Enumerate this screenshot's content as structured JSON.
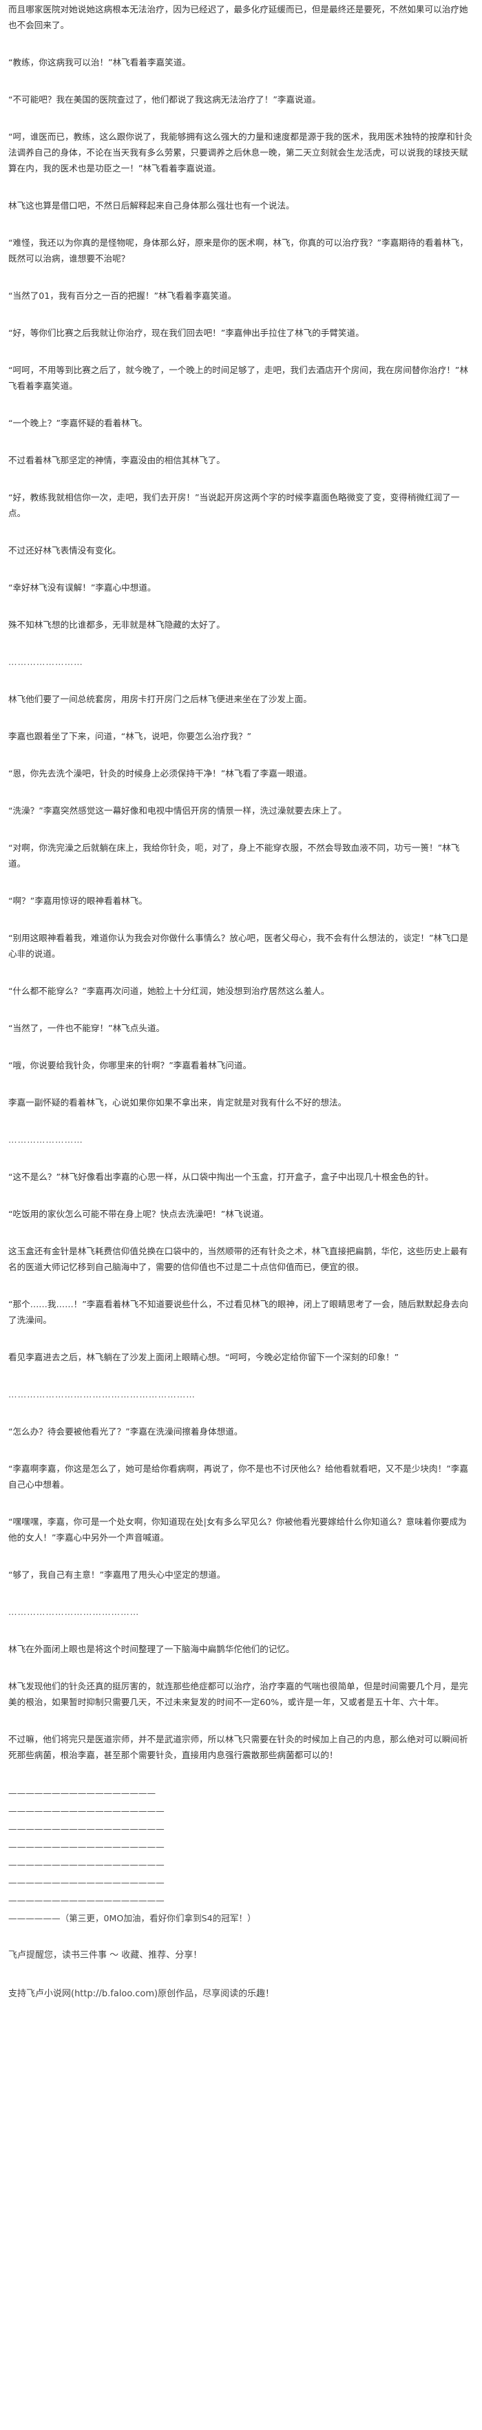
{
  "paragraphs": [
    "而且哪家医院对她说她这病根本无法治疗，因为已经迟了，最多化疗延缓而已，但是最终还是要死，不然如果可以治疗她也不会回来了。",
    "“教练，你这病我可以治！”林飞看着李嘉笑道。",
    "“不可能吧？我在美国的医院查过了，他们都说了我这病无法治疗了！”李嘉说道。",
    "“呵，谁医而已，教练，这么跟你说了，我能够拥有这么强大的力量和速度都是源于我的医术，我用医术独特的按摩和针灸法调养自己的身体，不论在当天我有多么劳累，只要调养之后休息一晚，第二天立刻就会生龙活虎，可以说我的球技天赋算在内，我的医术也是功臣之一！”林飞看着李嘉说道。",
    "林飞这也算是借口吧，不然日后解释起来自己身体那么强壮也有一个说法。",
    "“难怪，我还以为你真的是怪物呢，身体那么好，原来是你的医术啊，林飞，你真的可以治疗我？”李嘉期待的看着林飞，既然可以治病，谁想要不治呢？",
    "“当然了01，我有百分之一百的把握！”林飞看着李嘉笑道。",
    "“好，等你们比赛之后我就让你治疗，现在我们回去吧！”李嘉伸出手拉住了林飞的手臂笑道。",
    "“呵呵，不用等到比赛之后了，就今晚了，一个晚上的时间足够了，走吧，我们去酒店开个房间，我在房间替你治疗！”林飞看着李嘉笑道。",
    "“一个晚上？”李嘉怀疑的看着林飞。",
    "不过看着林飞那坚定的神情，李嘉没由的相信其林飞了。",
    "“好，教练我就相信你一次，走吧，我们去开房！”当说起开房这两个字的时候李嘉面色略微变了变，变得稍微红润了一点。",
    "不过还好林飞表情没有变化。",
    "“幸好林飞没有误解！”李嘉心中想道。",
    "殊不知林飞想的比谁都多，无非就是林飞隐藏的太好了。",
    "……………………",
    "林飞他们要了一间总统套房，用房卡打开房门之后林飞便进来坐在了沙发上面。",
    "李嘉也跟着坐了下来，问道，“林飞，说吧，你要怎么治疗我？”",
    "“恩，你先去洗个澡吧，针灸的时候身上必须保持干净！”林飞看了李嘉一眼道。",
    "“洗澡？”李嘉突然感觉这一幕好像和电视中情侣开房的情景一样，洗过澡就要去床上了。",
    "“对啊，你洗完澡之后就躺在床上，我给你针灸，呃，对了，身上不能穿衣服，不然会导致血液不同，功亏一篑！”林飞道。",
    "“啊？”李嘉用惊讶的眼神看着林飞。",
    "“别用这眼神看着我，难道你认为我会对你做什么事情么？放心吧，医者父母心，我不会有什么想法的，谈定！”林飞口是心非的说道。",
    "“什么都不能穿么？”李嘉再次问道，她脸上十分红润，她没想到治疗居然这么羞人。",
    "“当然了，一件也不能穿！”林飞点头道。",
    "“哦，你说要给我针灸，你哪里来的针啊？”李嘉看着林飞问道。",
    "李嘉一副怀疑的看着林飞，心说如果你如果不拿出来，肯定就是对我有什么不好的想法。",
    "……………………",
    "“这不是么？”林飞好像看出李嘉的心思一样，从口袋中掏出一个玉盒，打开盒子，盒子中出现几十根金色的针。",
    "“吃饭用的家伙怎么可能不带在身上呢？快点去洗澡吧！”林飞说道。",
    "这玉盒还有金针是林飞耗费信仰值兑换在口袋中的，当然顺带的还有针灸之术，林飞直接把扁鹊，华佗，这些历史上最有名的医道大师记忆移到自己脑海中了，需要的信仰值也不过是二十点信仰值而已，便宜的很。",
    "“那个……我……！”李嘉看着林飞不知道要说些什么，不过看见林飞的眼神，闭上了眼睛思考了一会，随后默默起身去向了洗澡间。",
    "看见李嘉进去之后，林飞躺在了沙发上面闭上眼睛心想。“呵呵，今晚必定给你留下一个深刻的印象！”",
    "……………………………………………………",
    "“怎么办？待会要被他看光了？”李嘉在洗澡间擦着身体想道。",
    "“李嘉啊李嘉，你这是怎么了，她可是给你看病啊，再说了，你不是也不讨厌他么？给他看就看吧，又不是少块肉！”李嘉自己心中想着。",
    "“嘿嘿嘿，李嘉，你可是一个处女啊，你知道现在处|女有多么罕见么？你被他看光要嫁给什么你知道么？意味着你要成为他的女人！”李嘉心中另外一个声音喊道。",
    "“够了，我自己有主意！”李嘉甩了甩头心中坚定的想道。",
    "……………………………………",
    "林飞在外面闭上眼也是将这个时间整理了一下脑海中扁鹊华佗他们的记忆。",
    "林飞发现他们的针灸还真的挺厉害的，就连那些绝症都可以治疗，治疗李嘉的气喘也很简单，但是时间需要几个月，是完美的根治，如果暂时抑制只需要几天，不过未来复发的时间不一定60%，或许是一年，又或者是五十年、六十年。",
    "不过嘛，他们将完只是医道宗师，并不是武道宗师，所以林飞只需要在针灸的时候加上自己的内息，那么绝对可以瞬间祈死那些病菌，根治李嘉，甚至那个需要针灸，直接用内息强行震散那些病菌都可以的！"
  ],
  "dash_lines": [
    "—————————————————",
    "——————————————————",
    "——————————————————",
    "——————————————————",
    "——————————————————",
    "——————————————————",
    "——————————————————"
  ],
  "closing_line": "——————（第三更，0MO加油，看好你们拿到S4的冠军！）",
  "footer": {
    "slogan": "飞卢提醒您，读书三件事 ～ 收藏、推荐、分享！",
    "source": "支持飞卢小说网(http://b.faloo.com)原创作品，尽享阅读的乐趣！"
  }
}
